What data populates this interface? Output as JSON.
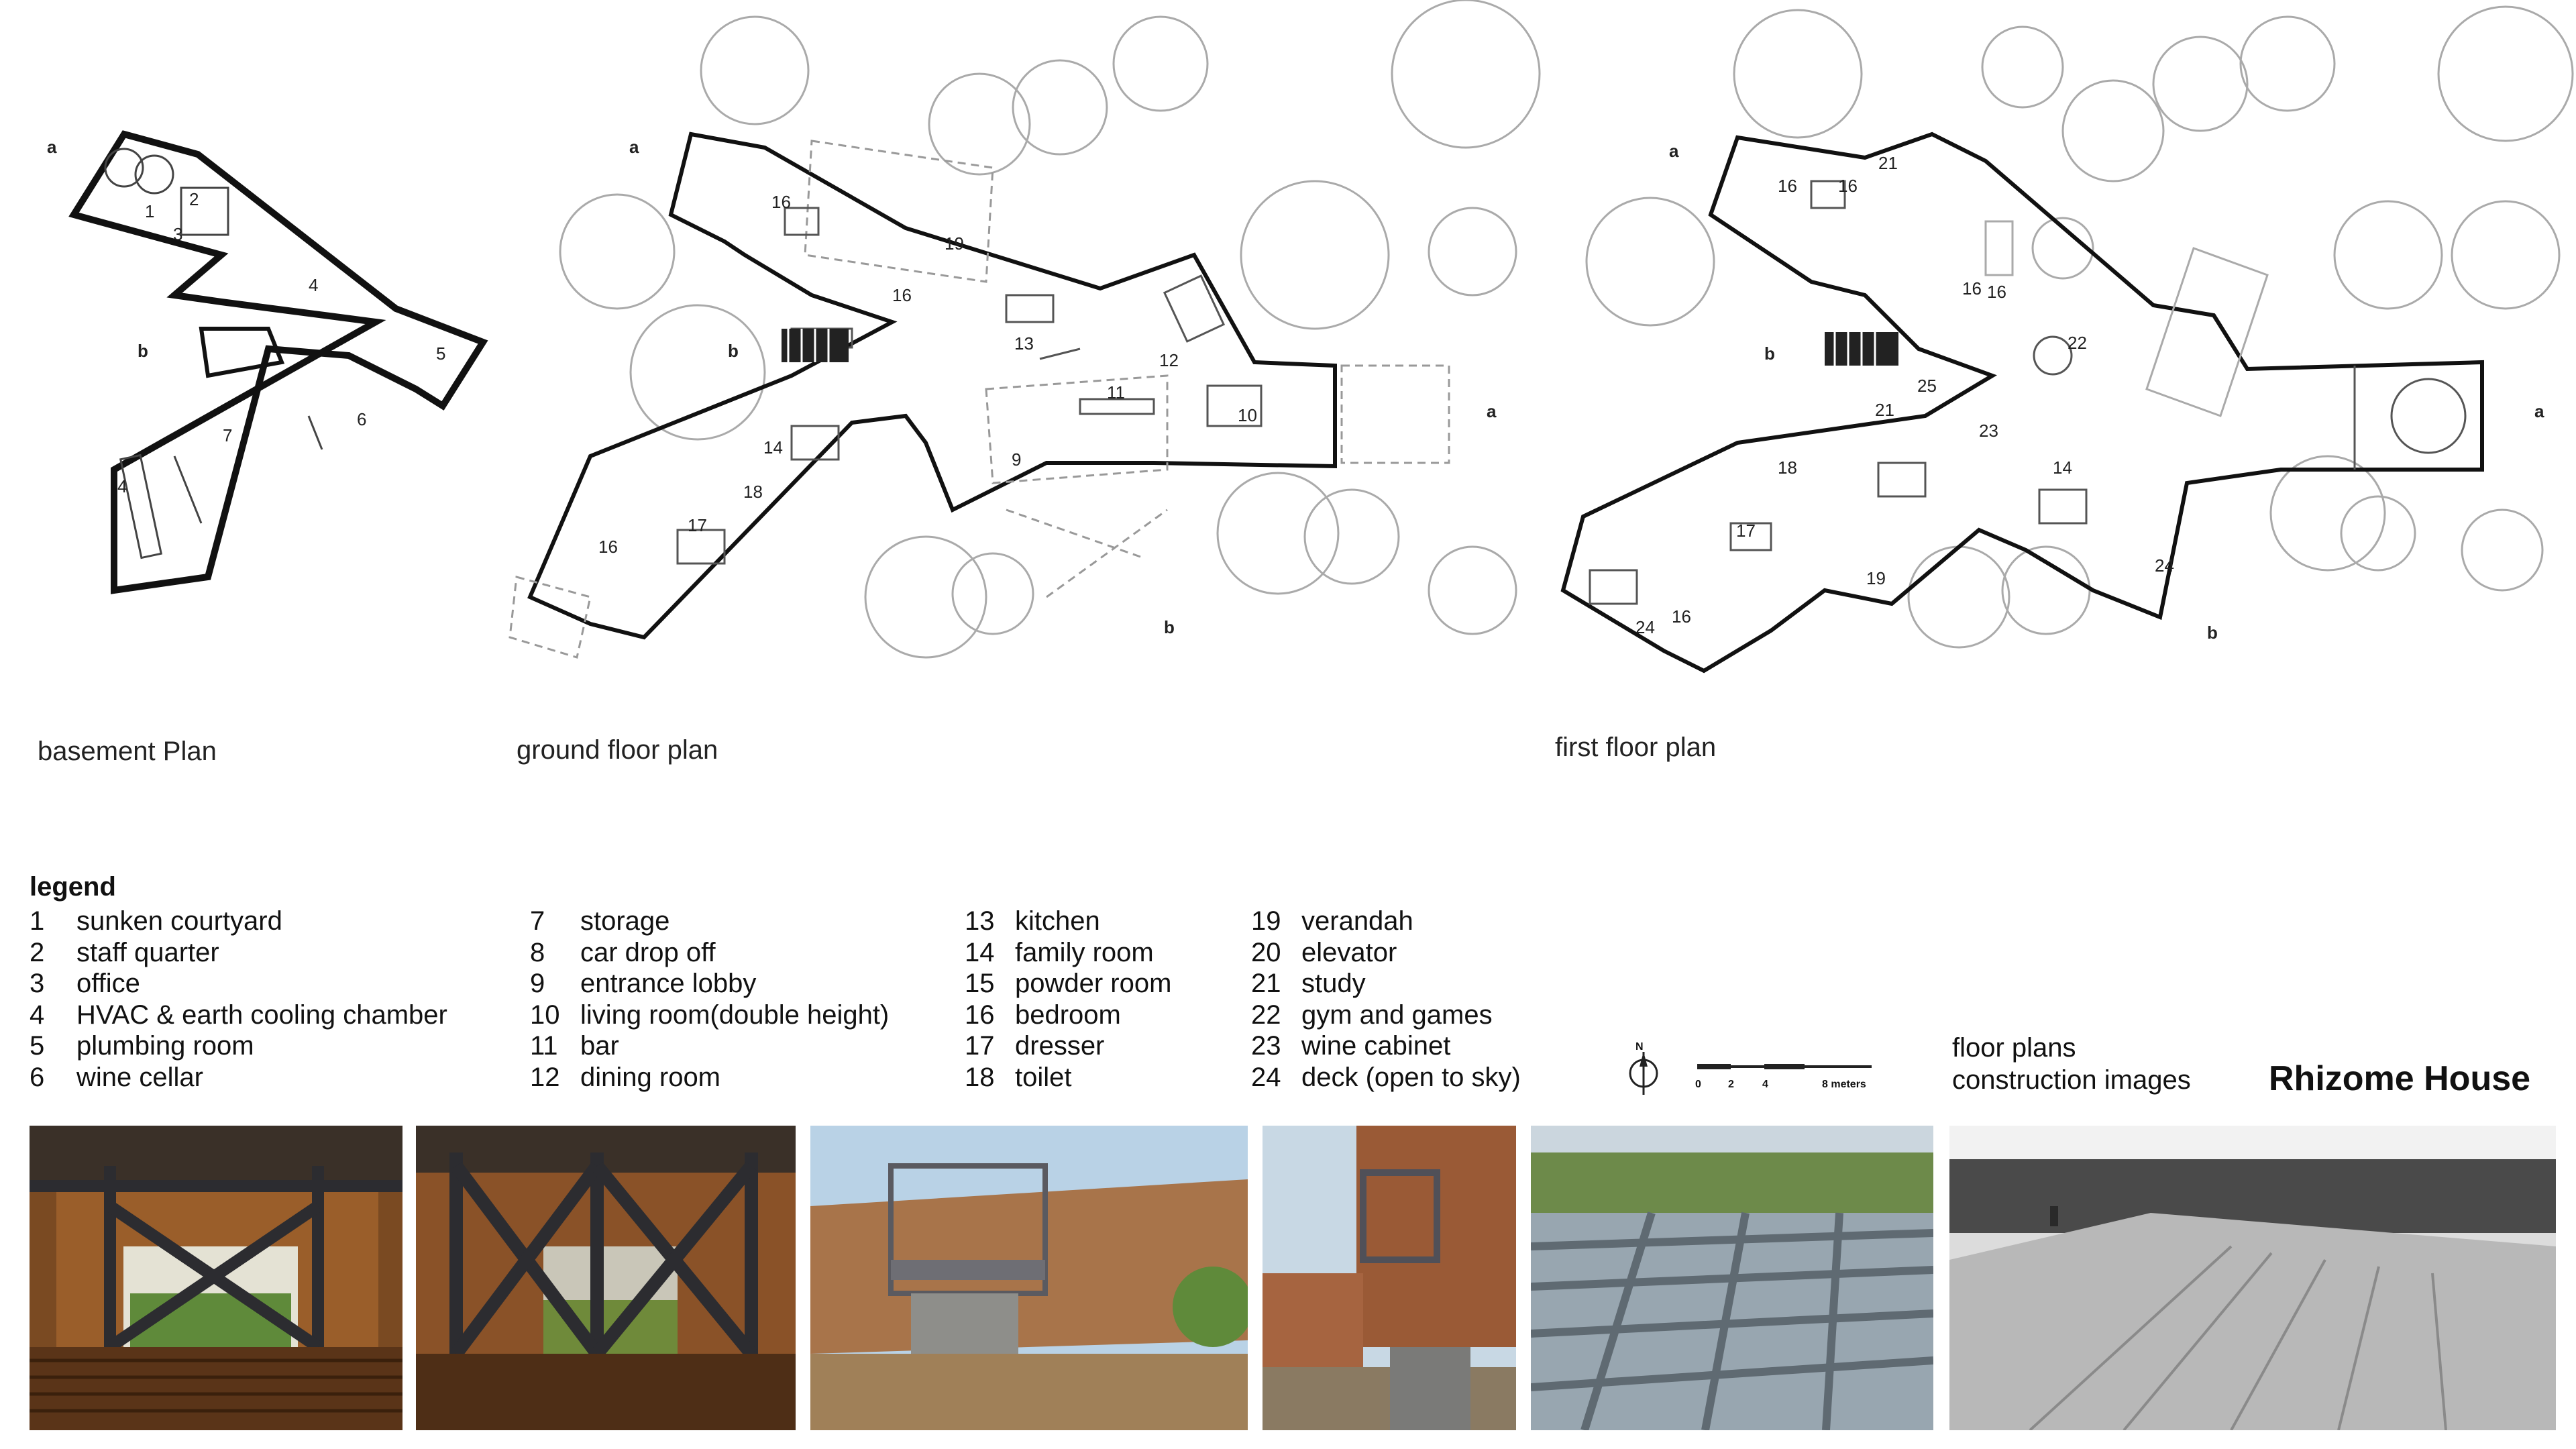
{
  "plans": [
    {
      "title": "basement Plan",
      "labels": [
        "1",
        "2",
        "3",
        "4",
        "5",
        "6",
        "7",
        "4"
      ],
      "sections": [
        "a",
        "b"
      ]
    },
    {
      "title": "ground floor plan",
      "labels": [
        "16",
        "19",
        "16",
        "13",
        "12",
        "11",
        "10",
        "9",
        "14",
        "18",
        "17",
        "16"
      ],
      "sections": [
        "a",
        "b",
        "a",
        "b"
      ]
    },
    {
      "title": "first floor plan",
      "labels": [
        "16",
        "21",
        "16",
        "22",
        "25",
        "21",
        "23",
        "18",
        "17",
        "14",
        "19",
        "24",
        "16",
        "24",
        "16",
        "16"
      ],
      "sections": [
        "a",
        "b",
        "a",
        "b"
      ]
    }
  ],
  "legend": {
    "heading": "legend",
    "columns": [
      [
        [
          "1",
          "sunken courtyard"
        ],
        [
          "2",
          "staff quarter"
        ],
        [
          "3",
          "office"
        ],
        [
          "4",
          "HVAC & earth cooling chamber"
        ],
        [
          "5",
          "plumbing room"
        ],
        [
          "6",
          "wine cellar"
        ]
      ],
      [
        [
          "7",
          "storage"
        ],
        [
          "8",
          "car drop off"
        ],
        [
          "9",
          "entrance lobby"
        ],
        [
          "10",
          "living room(double height)"
        ],
        [
          "11",
          "bar"
        ],
        [
          "12",
          "dining room"
        ]
      ],
      [
        [
          "13",
          "kitchen"
        ],
        [
          "14",
          "family room"
        ],
        [
          "15",
          "powder room"
        ],
        [
          "16",
          "bedroom"
        ],
        [
          "17",
          "dresser"
        ],
        [
          "18",
          "toilet"
        ]
      ],
      [
        [
          "19",
          "verandah"
        ],
        [
          "20",
          "elevator"
        ],
        [
          "21",
          "study"
        ],
        [
          "22",
          "gym and games"
        ],
        [
          "23",
          "wine cabinet"
        ],
        [
          "24",
          "deck (open to sky)"
        ]
      ]
    ]
  },
  "scale": {
    "north": "N",
    "ticks": [
      "0",
      "2",
      "4",
      "8 meters"
    ]
  },
  "info": {
    "line1": "floor plans",
    "line2": "construction images"
  },
  "project_title": "Rhizome House",
  "photos": [
    {
      "name": "steel-frame-interior-photo"
    },
    {
      "name": "steel-bracing-interior-photo"
    },
    {
      "name": "cantilever-box-exterior-photo"
    },
    {
      "name": "brick-wall-cantilever-photo"
    },
    {
      "name": "roof-steel-grid-photo"
    },
    {
      "name": "metal-roof-worker-photo"
    }
  ]
}
